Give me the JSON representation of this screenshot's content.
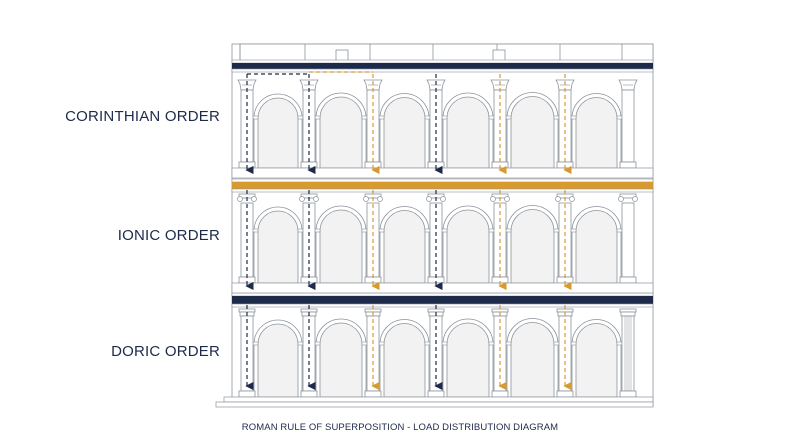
{
  "labels": {
    "corinthian": "CORINTHIAN ORDER",
    "ionic": "IONIC ORDER",
    "doric": "DORIC ORDER"
  },
  "caption": "ROMAN RULE OF SUPERPOSITION - LOAD DISTRIBUTION DIAGRAM",
  "colors": {
    "navy": "#1d2a4a",
    "gold": "#d79a2e",
    "line": "#8d939c",
    "fill": "#f2f2f2"
  },
  "load_paths": {
    "navy_columns": [
      0,
      1,
      3
    ],
    "gold_columns": [
      2,
      4,
      5
    ]
  }
}
